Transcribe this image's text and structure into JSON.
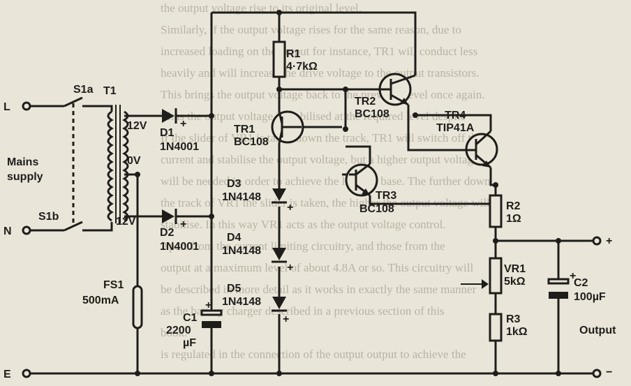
{
  "background_text": [
    "the output voltage rise to its original level.",
    "Similarly, if the output voltage rises for the same reason, due to",
    "increased loading on the output for instance, TR1 will conduct less",
    "heavily and will increase the drive voltage to the output transistors.",
    "This brings the output voltage back to the previous level once again.",
    "Thus the output voltage is stabilised at the required level despite",
    "If the slider of VR1 is taken down the track, TR1 will switch off the",
    "current and stabilise the output voltage, but a higher output voltage",
    "will be needed in order to achieve the level of base. The further down",
    "the track of VR1 the slider is taken, the higher the output voltage will",
    "stabilise. In this way VR1 acts as the output voltage control.",
    "Apart from the current limiting circuitry, and those from the",
    "output at a maximum level of about 4.8A or so. This circuitry will",
    "be described in more detail as it works in exactly the same manner",
    "as the battery charger described in a previous section of this",
    "book.",
    "is regulated in the connection of the output output to achieve the"
  ],
  "labels": {
    "s1a": "S1a",
    "t1": "T1",
    "l": "L",
    "mains": "Mains",
    "supply": "supply",
    "s1b": "S1b",
    "n": "N",
    "e": "E",
    "v12_top": "12V",
    "v0": "0V",
    "v12_bottom": "12V",
    "d1": "D1",
    "d1_type": "1N4001",
    "d2": "D2",
    "d2_type": "1N4001",
    "plus_d1": "+",
    "plus_d2": "+",
    "fs1": "FS1",
    "fs1_value": "500mA",
    "c1": "C1",
    "c1_value": "2200",
    "c1_unit": "µF",
    "c1_plus": "+",
    "r1": "R1",
    "r1_value": "4·7kΩ",
    "tr1": "TR1",
    "tr1_type": "BC108",
    "tr2": "TR2",
    "tr2_type": "BC108",
    "tr3": "TR3",
    "tr3_type": "BC108",
    "tr4": "TR4",
    "tr4_type": "TIP41A",
    "d3": "D3",
    "d3_type": "1N4148",
    "d4": "D4",
    "d4_type": "1N4148",
    "d5": "D5",
    "d5_type": "1N4148",
    "plus_d3": "+",
    "plus_d4": "+",
    "plus_d5": "+",
    "r2": "R2",
    "r2_value": "1Ω",
    "vr1": "VR1",
    "vr1_value": "5kΩ",
    "r3": "R3",
    "r3_value": "1kΩ",
    "c2": "C2",
    "c2_value": "100µF",
    "c2_plus": "+",
    "out_plus": "+",
    "out_minus": "−",
    "output": "Output"
  }
}
